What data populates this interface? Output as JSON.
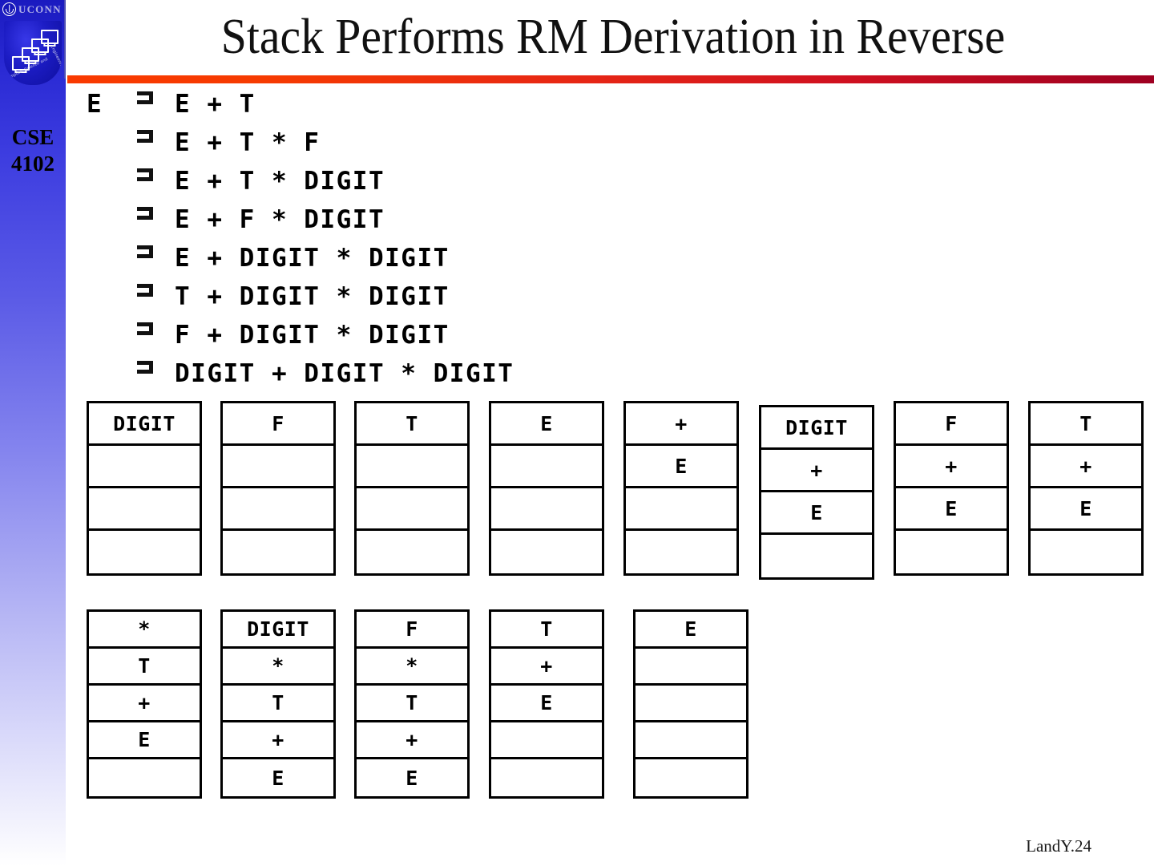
{
  "slide": {
    "title": "Stack Performs RM Derivation in Reverse",
    "footer": "LandY.24",
    "accent_start": "#f93900",
    "accent_end": "#9e0021"
  },
  "sidebar": {
    "wordmark": "UCONN",
    "shield_arc_left": "Computer Science and",
    "shield_arc_right": "Engineering",
    "course_line1": "CSE",
    "course_line2": "4102"
  },
  "derivation": {
    "start_symbol": "E",
    "arrow_glyph": "derives-arrow-icon",
    "steps": [
      "E + T",
      "E + T * F",
      "E + T * DIGIT",
      "E + F * DIGIT",
      "E + DIGIT * DIGIT",
      "T + DIGIT * DIGIT",
      "F + DIGIT * DIGIT",
      "DIGIT + DIGIT * DIGIT"
    ]
  },
  "stacks": {
    "row1": [
      {
        "cells": [
          "DIGIT",
          "",
          "",
          ""
        ]
      },
      {
        "cells": [
          "F",
          "",
          "",
          ""
        ]
      },
      {
        "cells": [
          "T",
          "",
          "",
          ""
        ]
      },
      {
        "cells": [
          "E",
          "",
          "",
          ""
        ]
      },
      {
        "cells": [
          "+",
          "E",
          "",
          ""
        ]
      },
      {
        "cells": [
          "DIGIT",
          "+",
          "E",
          ""
        ]
      },
      {
        "cells": [
          "F",
          "+",
          "E",
          ""
        ]
      },
      {
        "cells": [
          "T",
          "+",
          "E",
          ""
        ]
      }
    ],
    "row2": [
      {
        "cells": [
          "*",
          "T",
          "+",
          "E",
          ""
        ]
      },
      {
        "cells": [
          "DIGIT",
          "*",
          "T",
          "+",
          "E"
        ]
      },
      {
        "cells": [
          "F",
          "*",
          "T",
          "+",
          "E"
        ]
      },
      {
        "cells": [
          "T",
          "+",
          "E",
          "",
          ""
        ]
      },
      {
        "cells": [
          "E",
          "",
          "",
          "",
          ""
        ]
      }
    ]
  }
}
